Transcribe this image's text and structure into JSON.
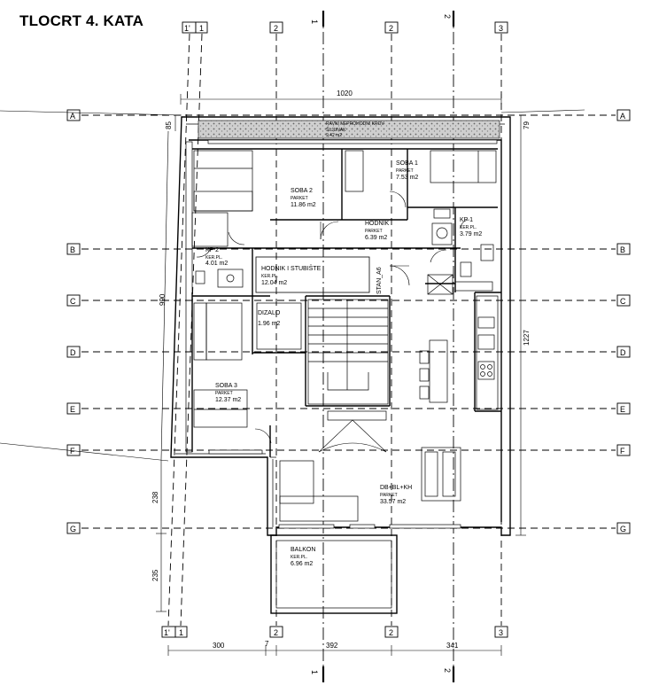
{
  "title": "TLOCRT 4. KATA",
  "axes": {
    "rows": [
      "A",
      "B",
      "C",
      "D",
      "E",
      "F",
      "G"
    ],
    "cols_top": [
      "1'",
      "1",
      "2",
      "2",
      "3"
    ],
    "cols_bottom": [
      "1'",
      "1",
      "2",
      "2",
      "3"
    ],
    "section_marks": [
      "1",
      "2"
    ]
  },
  "dimensions": {
    "top_width": "1020",
    "left_top": "85",
    "right_top": "79",
    "left_mid": "990",
    "right_mid": "1227",
    "left_low1": "238",
    "left_low2": "235",
    "bottom_1": "300",
    "bottom_2": "7",
    "bottom_3": "392",
    "bottom_4": "341"
  },
  "rooms": {
    "ravni_krov": {
      "name": "RAVNI NEPROHODNI KROV",
      "floor": "ŠLJUNAK",
      "area": "9.42 m2"
    },
    "soba2": {
      "name": "SOBA 2",
      "floor": "PARKET",
      "area": "11.86 m2"
    },
    "soba1": {
      "name": "SOBA 1",
      "floor": "PARKET",
      "area": "7.53 m2"
    },
    "hodnik": {
      "name": "HODNIK",
      "floor": "PARKET",
      "area": "6.39 m2"
    },
    "kp1": {
      "name": "KP 1",
      "floor": "KER.PL.",
      "area": "3.79 m2"
    },
    "kp2": {
      "name": "KP 2",
      "floor": "KER.PL.",
      "area": "4.01 m2"
    },
    "stubiste": {
      "name": "HODNIK I STUBIŠTE",
      "floor": "KER.PL.",
      "area": "12.04 m2"
    },
    "stan": {
      "name": "STAN_A6"
    },
    "dizalo": {
      "name": "DIZALO",
      "area": "1.96 m2"
    },
    "soba3": {
      "name": "SOBA 3",
      "floor": "PARKET",
      "area": "12.37 m2"
    },
    "dbk": {
      "name": "DB+BL+KH",
      "floor": "PARKET",
      "area": "33.57 m2"
    },
    "balkon": {
      "name": "BALKON",
      "floor": "KER.PL.",
      "area": "6.96 m2"
    }
  }
}
